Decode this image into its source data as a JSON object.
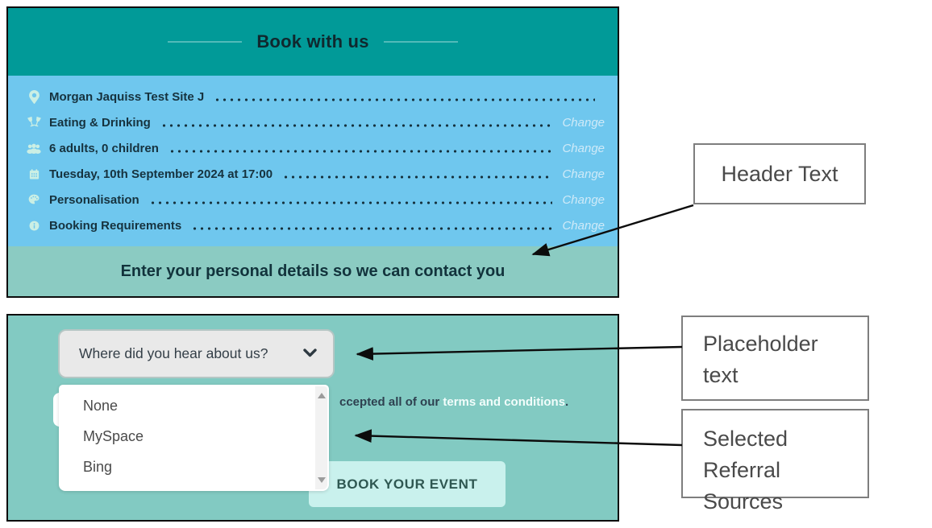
{
  "booking_summary": {
    "title": "Book with us",
    "rows": [
      {
        "icon": "map-marker-icon",
        "label": "Morgan Jaquiss Test Site J",
        "change": ""
      },
      {
        "icon": "drinks-icon",
        "label": "Eating & Drinking",
        "change": "Change"
      },
      {
        "icon": "people-icon",
        "label": "6 adults, 0 children",
        "change": "Change"
      },
      {
        "icon": "calendar-icon",
        "label": "Tuesday, 10th September 2024 at 17:00",
        "change": "Change"
      },
      {
        "icon": "palette-icon",
        "label": "Personalisation",
        "change": "Change"
      },
      {
        "icon": "info-icon",
        "label": "Booking Requirements",
        "change": "Change"
      }
    ],
    "footer_heading": "Enter your personal details so we can contact you"
  },
  "referral_form": {
    "dropdown": {
      "placeholder": "Where did you hear about us?",
      "options": [
        "None",
        "MySpace",
        "Bing"
      ]
    },
    "terms": {
      "visible_prefix": "ccepted all of our ",
      "link": "terms and conditions",
      "suffix": "."
    },
    "book_button_label": "BOOK YOUR EVENT"
  },
  "annotations": {
    "header_text": {
      "lines": [
        "Header Text"
      ]
    },
    "placeholder_text": {
      "lines": [
        "Placeholder",
        "text"
      ]
    },
    "selected_referral_sources": {
      "lines": [
        "Selected Referral",
        "Sources"
      ]
    }
  },
  "colors": {
    "header_teal": "#019A98",
    "summary_blue": "#6FC7EE",
    "footer_green": "#8BCBC2",
    "panel_teal": "#82CAC2",
    "dropdown_gray": "#E9E9E9",
    "book_button_mint": "#C9F1ED",
    "change_link": "#CFEAF8",
    "terms_link": "#F2FDFB",
    "icon_mint": "#CBEFE4",
    "row_text": "#16323E"
  }
}
